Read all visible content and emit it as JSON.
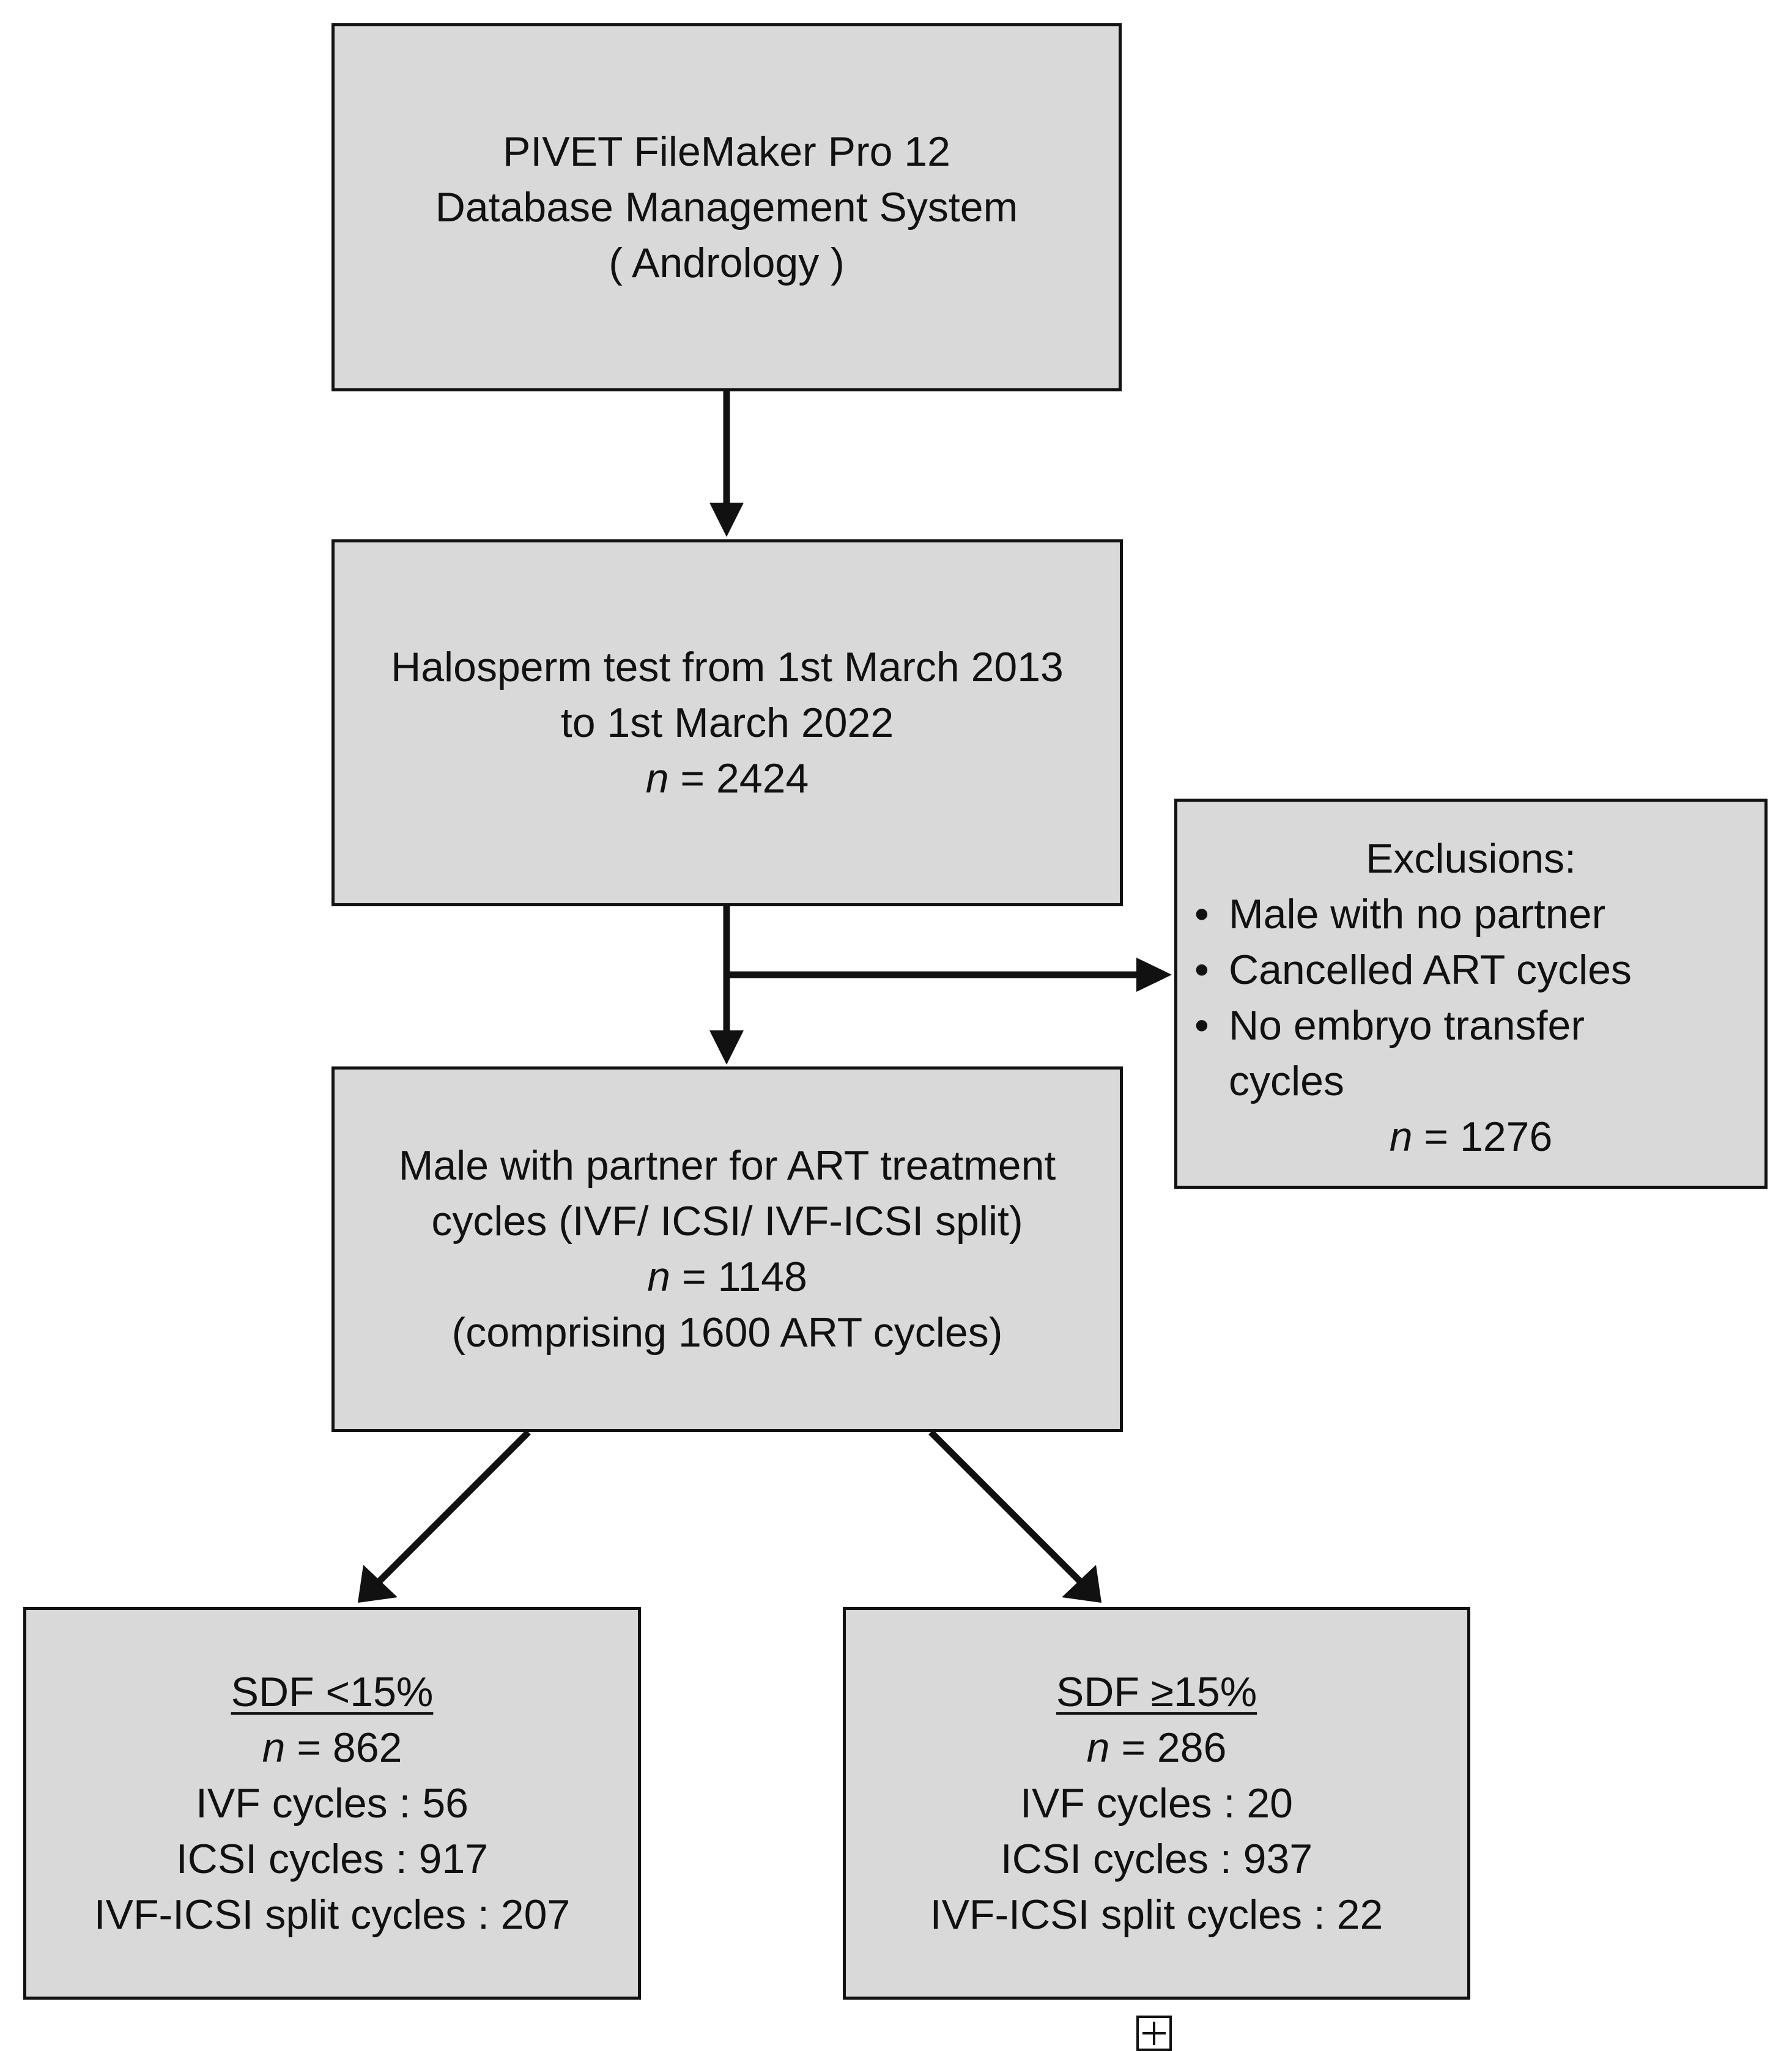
{
  "db_box": {
    "line1": "PIVET FileMaker Pro 12",
    "line2": "Database Management System",
    "line3": "( Andrology )"
  },
  "halo_box": {
    "line1": "Halosperm test from 1st March 2013",
    "line2": "to 1st March 2022",
    "n_symbol": "n",
    "n_value": " = 2424"
  },
  "exclusions_box": {
    "title": "Exclusions:",
    "items": [
      "Male with no partner",
      "Cancelled ART cycles",
      "No embryo transfer",
      "cycles"
    ],
    "n_symbol": "n",
    "n_value": " = 1276"
  },
  "male_box": {
    "line1": "Male with partner for ART treatment",
    "line2": "cycles (IVF/ ICSI/ IVF-ICSI split)",
    "n_symbol": "n",
    "n_value": " = 1148",
    "line4": "(comprising 1600 ART cycles)"
  },
  "sdf_low_box": {
    "title": "SDF <15%",
    "n_symbol": "n",
    "n_value": " = 862",
    "ivf": "IVF cycles : 56",
    "icsi": "ICSI cycles : 917",
    "split": "IVF-ICSI split cycles : 207"
  },
  "sdf_high_box": {
    "title": "SDF ≥15%",
    "n_symbol": "n",
    "n_value": " = 286",
    "ivf": "IVF cycles : 20",
    "icsi": "ICSI cycles : 937",
    "split": "IVF-ICSI split cycles : 22"
  },
  "colors": {
    "box_fill": "#d9d9d9",
    "stroke": "#111111"
  },
  "icons": {
    "bullet": "•",
    "expand_handle": "plus-square-icon"
  }
}
